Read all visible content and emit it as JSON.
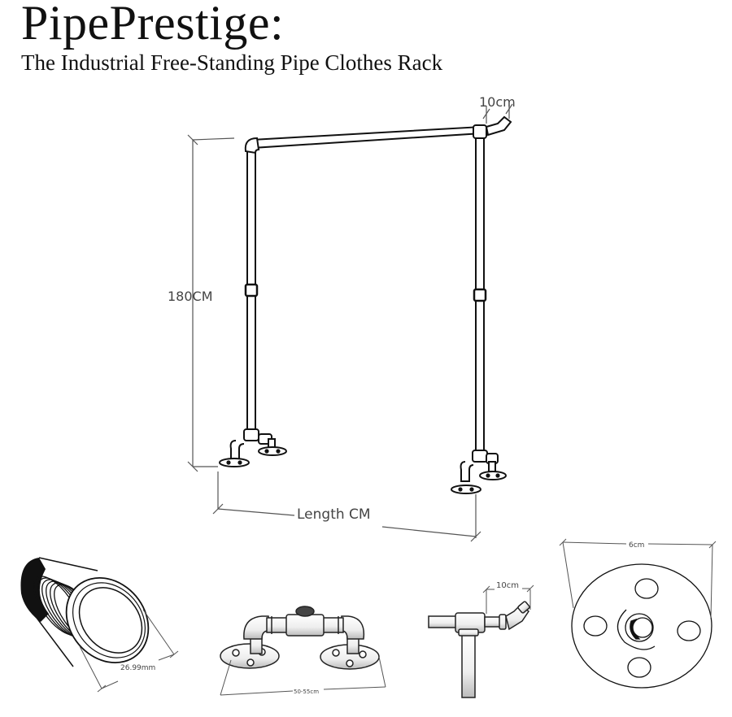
{
  "header": {
    "title": "PipePrestige:",
    "subtitle": "The Industrial Free-Standing Pipe Clothes Rack"
  },
  "main_drawing": {
    "height_label": "180CM",
    "length_label": "Length CM",
    "offset_label": "10cm"
  },
  "details": {
    "pipe_thread": {
      "diameter_label": "26.99mm"
    },
    "base_foot": {
      "width_label": "50-55cm"
    },
    "end_elbow": {
      "offset_label": "10cm"
    },
    "floor_flange": {
      "diameter_label": "6cm"
    }
  },
  "colors": {
    "line": "#111111",
    "dimension": "#555555",
    "text": "#111111"
  }
}
